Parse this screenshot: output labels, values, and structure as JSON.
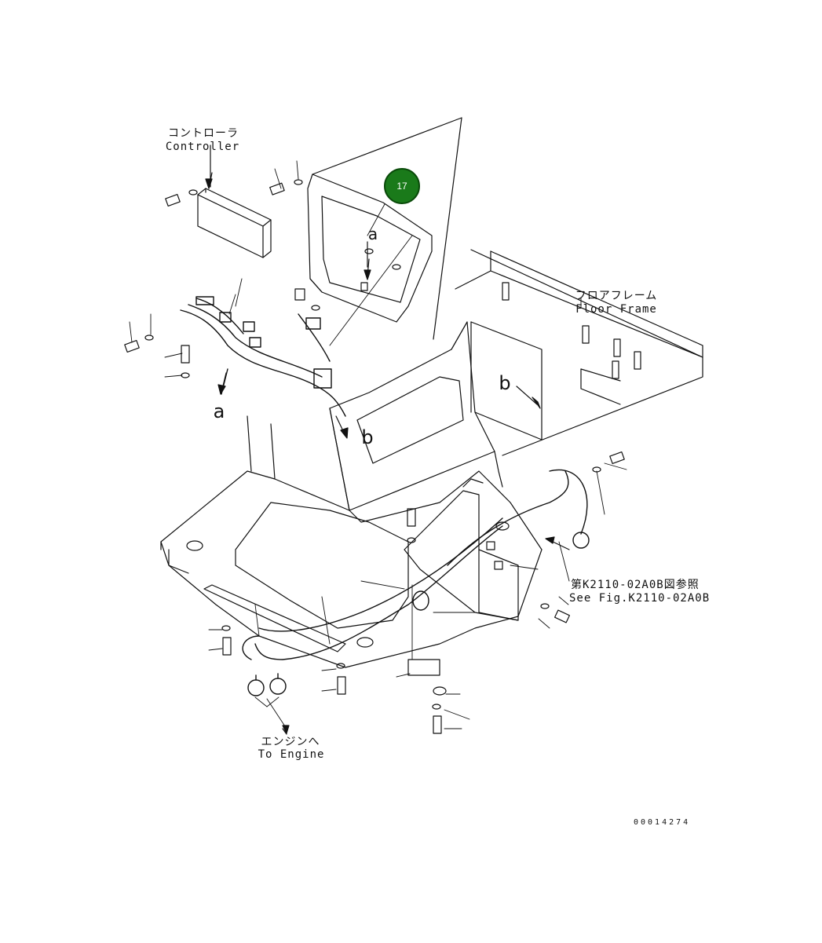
{
  "labels": {
    "controller_jp": "コントローラ",
    "controller_en": "Controller",
    "floor_frame_jp": "フロアフレーム",
    "floor_frame_en": "Floor Frame",
    "see_fig_jp": "第K2110-02A0B図参照",
    "see_fig_en": "See Fig.K2110-02A0B",
    "to_engine_jp": "エンジンへ",
    "to_engine_en": "To Engine"
  },
  "view_letters": {
    "a_top": "a",
    "a_bottom": "a",
    "b_left": "b",
    "b_right": "b"
  },
  "callout": {
    "number": "17",
    "color": "#1a7a1a"
  },
  "drawing_code": "00014274"
}
